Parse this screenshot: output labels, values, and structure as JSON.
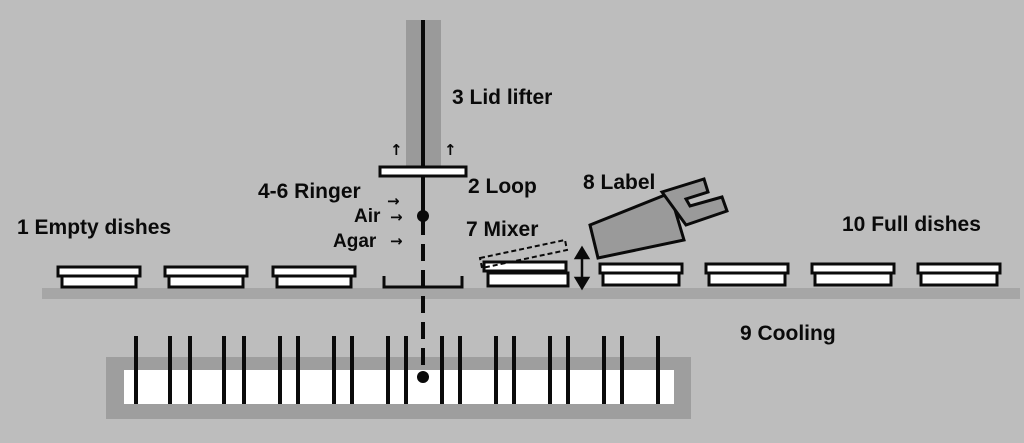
{
  "diagram": {
    "labels": {
      "empty_dishes": "1 Empty dishes",
      "loop": "2 Loop",
      "lid_lifter": "3 Lid lifter",
      "ringer": "4-6 Ringer",
      "air": "Air",
      "agar": "Agar",
      "mixer": "7 Mixer",
      "label": "8 Label",
      "cooling": "9 Cooling",
      "full_dishes": "10 Full dishes"
    },
    "glyphs": {
      "small_arrow": "→",
      "up_arrow": "↑"
    },
    "colors": {
      "background": "#bdbdbd",
      "ink": "#0a0a0a",
      "lifter_column": "#9a9a9a",
      "belt": "#a6a6a6",
      "bath": "#ffffff"
    }
  }
}
